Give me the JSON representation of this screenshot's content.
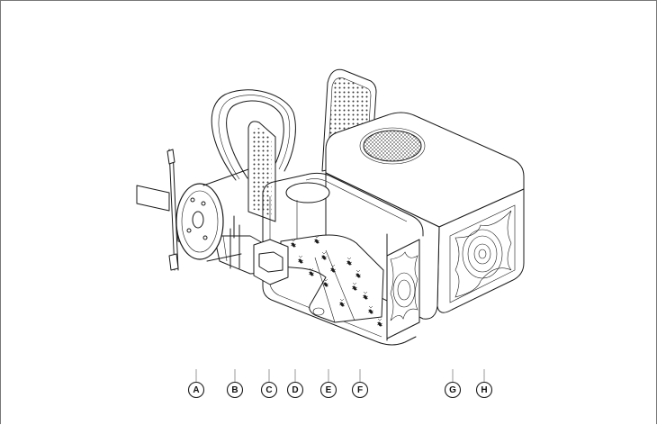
{
  "colors": {
    "line": "#1a1a1a",
    "background": "#ffffff",
    "light_fill": "#f2f2f2"
  },
  "callouts": [
    "A",
    "B",
    "C",
    "D",
    "E",
    "F",
    "G",
    "H"
  ]
}
